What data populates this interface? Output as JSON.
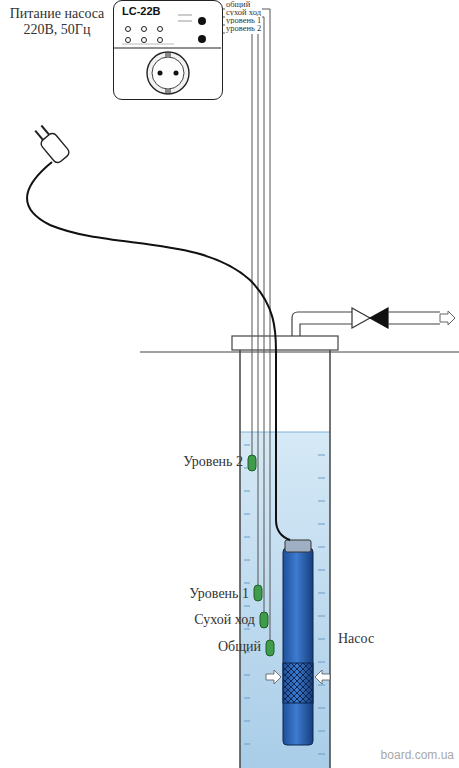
{
  "diagram": {
    "nodes": [
      {
        "text": [
          "LC-22B"
        ]
      }
    ],
    "labels": [
      "Питание насоса 220В, 50Гц",
      "общий",
      "сухой ход",
      "уровень 1",
      "уровень 2",
      "Уровень 2",
      "Уровень 1",
      "Сухой ход",
      "Общий",
      "Насос",
      "board.com.ua"
    ]
  }
}
